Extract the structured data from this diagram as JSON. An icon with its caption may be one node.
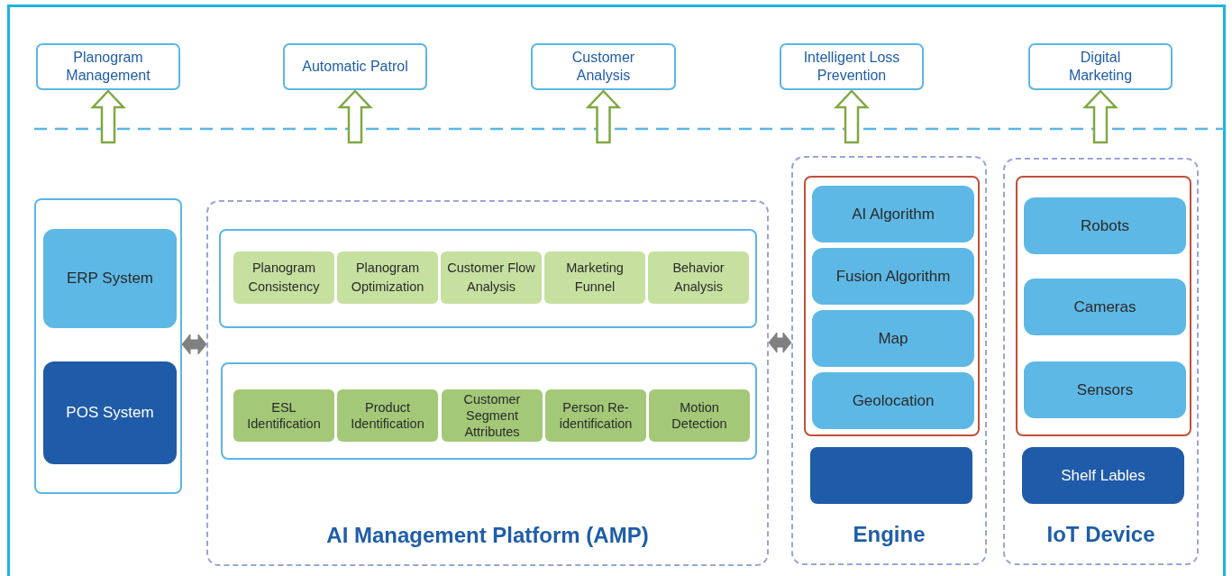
{
  "diagram": {
    "nodes": [
      {
        "text": [
          "Planogram Management"
        ]
      },
      {
        "text": [
          "Automatic Patrol"
        ]
      },
      {
        "text": [
          "Customer Analysis"
        ]
      },
      {
        "text": [
          "Intelligent Loss Prevention"
        ]
      },
      {
        "text": [
          "Digital Marketing"
        ]
      },
      {
        "text": [],
        "shape": "box"
      },
      {
        "text": [
          "ERP System"
        ],
        "in": 5
      },
      {
        "text": [
          "POS System"
        ],
        "in": 5
      },
      {
        "text": [
          "AI Management Platform (AMP)"
        ]
      },
      {
        "text": [],
        "shape": "box",
        "in": 8
      },
      {
        "text": [
          "Planogram Consistency"
        ],
        "in": 9
      },
      {
        "text": [
          "Planogram Optimization"
        ],
        "in": 9
      },
      {
        "text": [
          "Customer Flow Analysis"
        ],
        "in": 9
      },
      {
        "text": [
          "Marketing Funnel"
        ],
        "in": 9
      },
      {
        "text": [
          "Behavior Analysis"
        ],
        "in": 9
      },
      {
        "text": [],
        "shape": "box",
        "in": 8
      },
      {
        "text": [
          "ESL Identification"
        ],
        "in": 15
      },
      {
        "text": [
          "Product Identification"
        ],
        "in": 15
      },
      {
        "text": [
          "Customer Segment Attributes"
        ],
        "in": 15
      },
      {
        "text": [
          "Person Re-identification"
        ],
        "in": 15
      },
      {
        "text": [
          "Motion Detection"
        ],
        "in": 15
      },
      {
        "text": [
          "Engine"
        ]
      },
      {
        "text": [],
        "shape": "box",
        "in": 21
      },
      {
        "text": [
          "AI Algorithm"
        ],
        "in": 22
      },
      {
        "text": [
          "Fusion Algorithm"
        ],
        "in": 22
      },
      {
        "text": [
          "Map"
        ],
        "in": 22
      },
      {
        "text": [
          "Geolocation"
        ],
        "in": 22
      },
      {
        "text": [],
        "shape": "box",
        "in": 21
      },
      {
        "text": [
          "IoT Device"
        ]
      },
      {
        "text": [],
        "shape": "box",
        "in": 28
      },
      {
        "text": [
          "Robots"
        ],
        "in": 29
      },
      {
        "text": [
          "Cameras"
        ],
        "in": 29
      },
      {
        "text": [
          "Sensors"
        ],
        "in": 29
      },
      {
        "text": [
          "Shelf Lables"
        ],
        "in": 28
      }
    ],
    "edges": [
      {
        "from": null,
        "to": 0,
        "arrow": "to"
      },
      {
        "from": null,
        "to": 1,
        "arrow": "to"
      },
      {
        "from": null,
        "to": 2,
        "arrow": "to"
      },
      {
        "from": null,
        "to": 3,
        "arrow": "to"
      },
      {
        "from": null,
        "to": 4,
        "arrow": "to"
      },
      {
        "from": 5,
        "to": 8,
        "arrow": "both",
        "style": "thick",
        "color": "#808080"
      },
      {
        "from": 8,
        "to": 21,
        "arrow": "both",
        "style": "thick",
        "color": "#808080"
      }
    ]
  }
}
